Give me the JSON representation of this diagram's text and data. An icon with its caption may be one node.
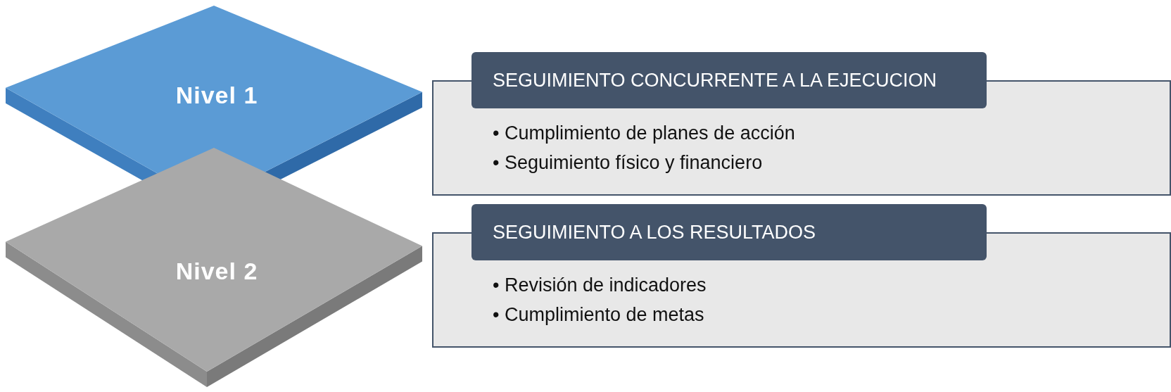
{
  "diagram": {
    "nodes": [
      {
        "text": [
          "Nivel 1"
        ]
      },
      {
        "text": [
          "Nivel 2"
        ]
      },
      {
        "text": [
          "SEGUIMIENTO CONCURRENTE A LA EJECUCION",
          "• Cumplimiento de planes de acción",
          "• Seguimiento físico y financiero"
        ]
      },
      {
        "text": [
          "SEGUIMIENTO A LOS RESULTADOS",
          "• Revisión de indicadores",
          "• Cumplimiento de metas"
        ]
      }
    ],
    "edges": []
  }
}
